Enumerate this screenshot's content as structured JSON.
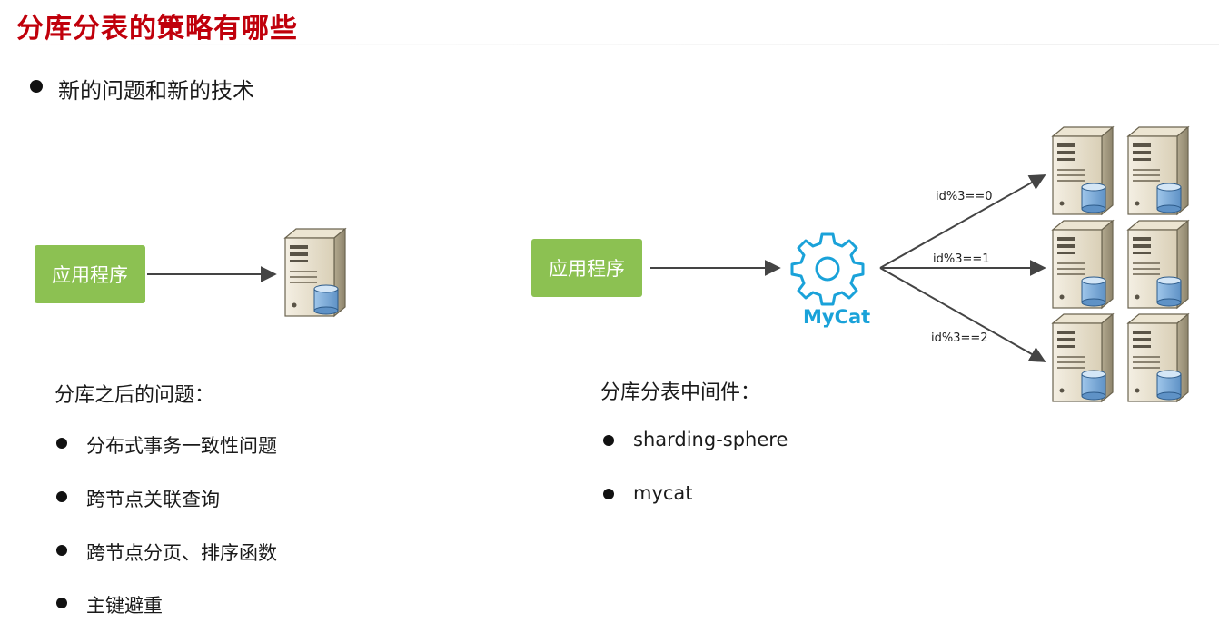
{
  "title": "分库分表的策略有哪些",
  "main_bullet": "新的问题和新的技术",
  "left": {
    "app_label": "应用程序",
    "section_title": "分库之后的问题：",
    "items": [
      "分布式事务一致性问题",
      "跨节点关联查询",
      "跨节点分页、排序函数",
      "主键避重"
    ]
  },
  "right": {
    "app_label": "应用程序",
    "middleware_label": "MyCat",
    "routes": [
      "id%3==0",
      "id%3==1",
      "id%3==2"
    ],
    "section_title": "分库分表中间件：",
    "items": [
      "sharding-sphere",
      "mycat"
    ]
  },
  "colors": {
    "title": "#c0000b",
    "app_box": "#8cc152",
    "mycat": "#1aa2d9",
    "arrow": "#444444"
  },
  "icons": {
    "database_server": "server-db-icon",
    "middleware": "gear-icon"
  }
}
